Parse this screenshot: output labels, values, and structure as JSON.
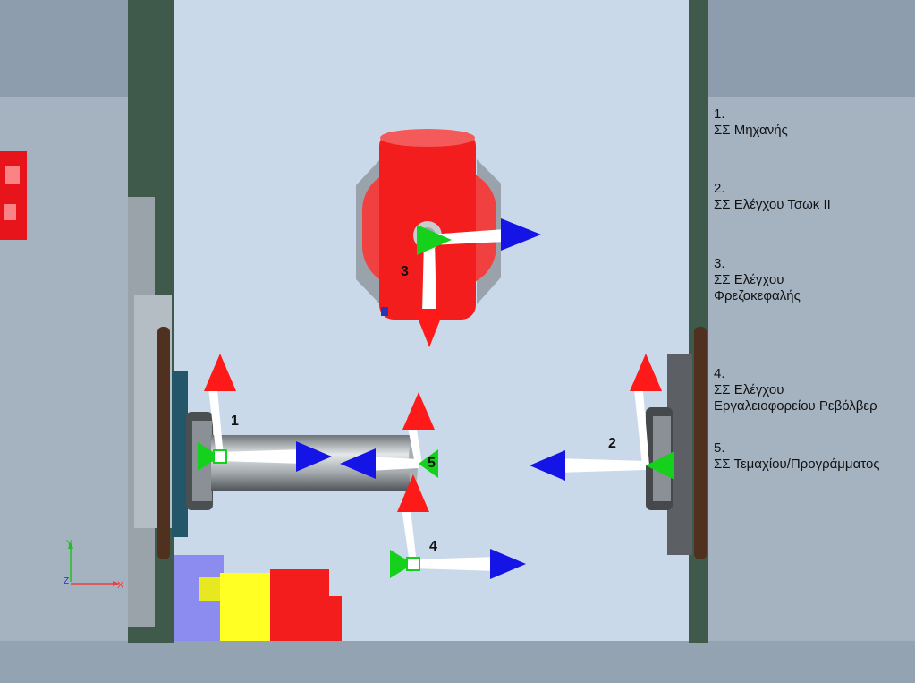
{
  "colors": {
    "background_outer": "#8f9fae",
    "machine_interior": "#c8d8e8",
    "frame": "#3f5a4a",
    "turret_red": "#f31d1d",
    "axis_x": "#ff1a1a",
    "axis_y": "#15d11b",
    "axis_z": "#1414e6",
    "chip_yellow": "#ffff24",
    "chip_violet": "#8c8cf0"
  },
  "icons": {
    "mini_triad": "coordinate-axes-icon",
    "brand_badge": "brand-logo-icon"
  },
  "mini_triad": {
    "y": "Y",
    "z": "Z",
    "x": "X"
  },
  "origins": [
    {
      "number": "1"
    },
    {
      "number": "2"
    },
    {
      "number": "3"
    },
    {
      "number": "4"
    },
    {
      "number": "5"
    }
  ],
  "legend": [
    {
      "number": "1.",
      "lines": [
        "ΣΣ Μηχανής"
      ]
    },
    {
      "number": "2.",
      "lines": [
        "ΣΣ Ελέγχου Τσωκ II"
      ]
    },
    {
      "number": "3.",
      "lines": [
        "ΣΣ Ελέγχου",
        "Φρεζοκεφαλής"
      ]
    },
    {
      "number": "4.",
      "lines": [
        "ΣΣ Ελέγχου",
        "Εργαλειοφορείου Ρεβόλβερ"
      ]
    },
    {
      "number": "5.",
      "lines": [
        "ΣΣ Τεμαχίου/Προγράμματος"
      ]
    }
  ]
}
